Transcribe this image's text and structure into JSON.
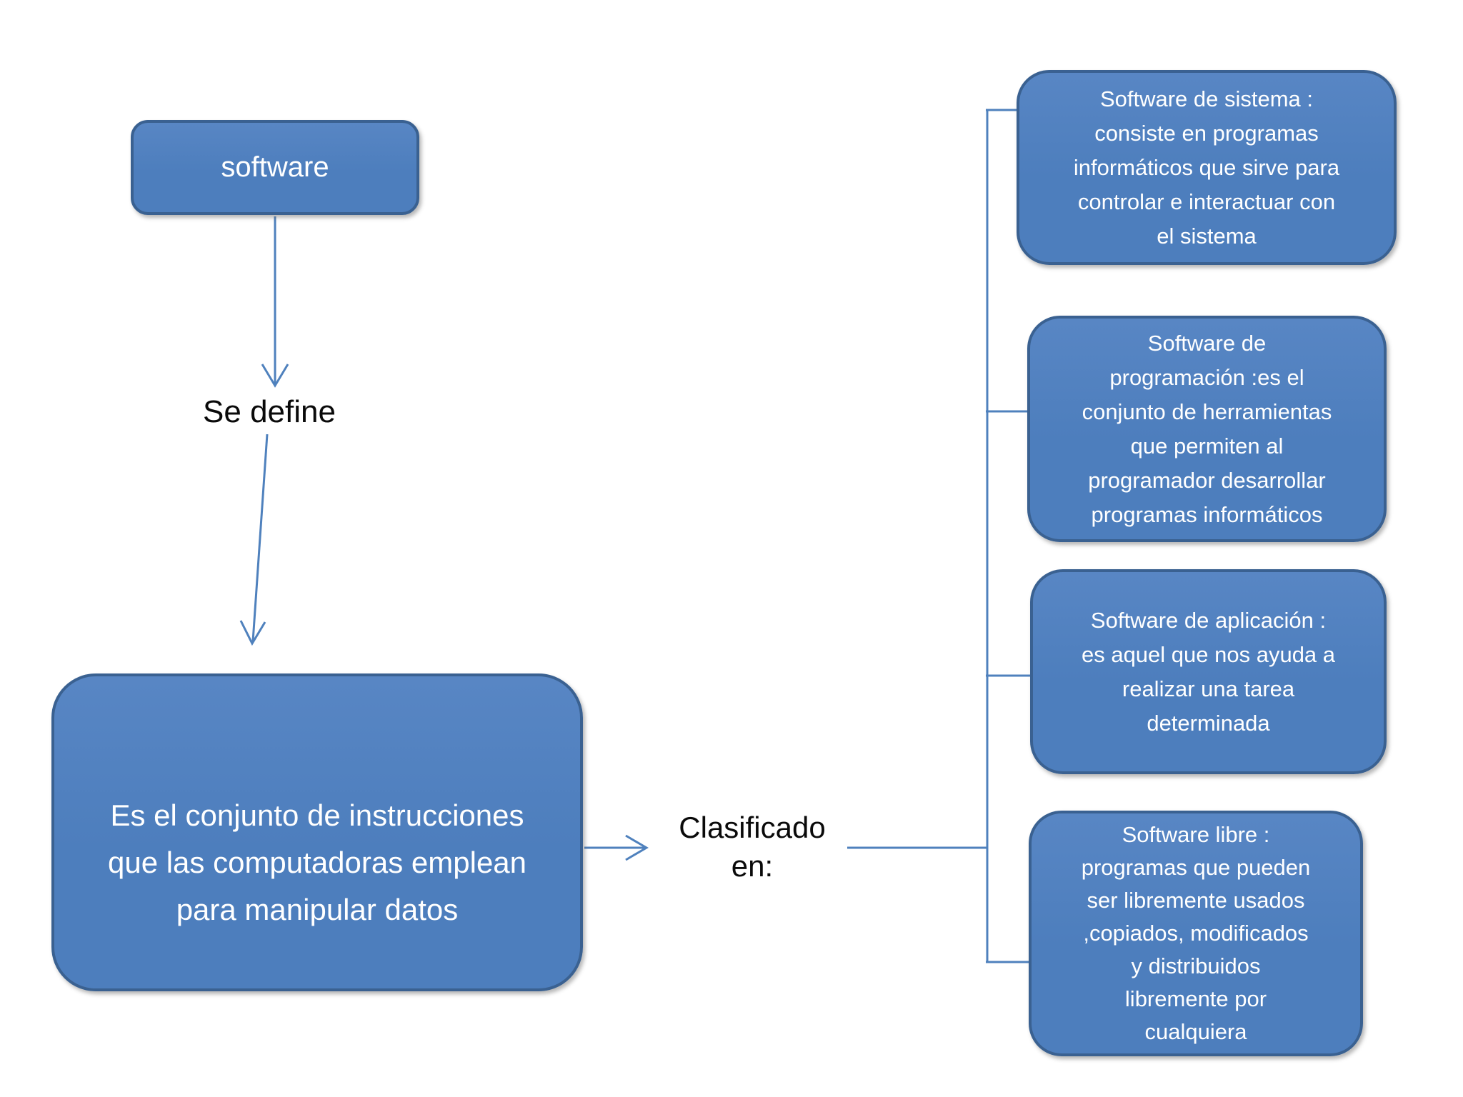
{
  "diagram": {
    "colors": {
      "background": "#ffffff",
      "node_fill": "#4d7ebd",
      "node_fill_light": "#5886c4",
      "node_border": "#3a6191",
      "connector_color": "#4f81bd",
      "node_text": "#ffffff",
      "label_text": "#0a0a0a"
    },
    "root": {
      "label": "software"
    },
    "edge_labels": {
      "define": "Se define",
      "classify_line1": "Clasificado",
      "classify_line2": "en:"
    },
    "definition": {
      "lines": [
        "Es el conjunto de instrucciones",
        "que las computadoras emplean",
        "para manipular datos"
      ]
    },
    "categories": [
      {
        "name": "software-de-sistema",
        "lines": [
          "Software de sistema :",
          "consiste en programas",
          "informáticos que sirve para",
          "controlar e interactuar con",
          "el sistema"
        ]
      },
      {
        "name": "software-de-programacion",
        "lines": [
          "Software de",
          "programación :es el",
          "conjunto de herramientas",
          "que permiten al",
          "programador desarrollar",
          "programas informáticos"
        ]
      },
      {
        "name": "software-de-aplicacion",
        "lines": [
          "Software de aplicación :",
          "es aquel que nos ayuda a",
          "realizar una tarea",
          "determinada"
        ]
      },
      {
        "name": "software-libre",
        "lines": [
          "Software libre :",
          "programas que pueden",
          "ser libremente usados",
          ",copiados, modificados",
          "y distribuidos",
          "libremente por",
          "cualquiera"
        ]
      }
    ]
  }
}
